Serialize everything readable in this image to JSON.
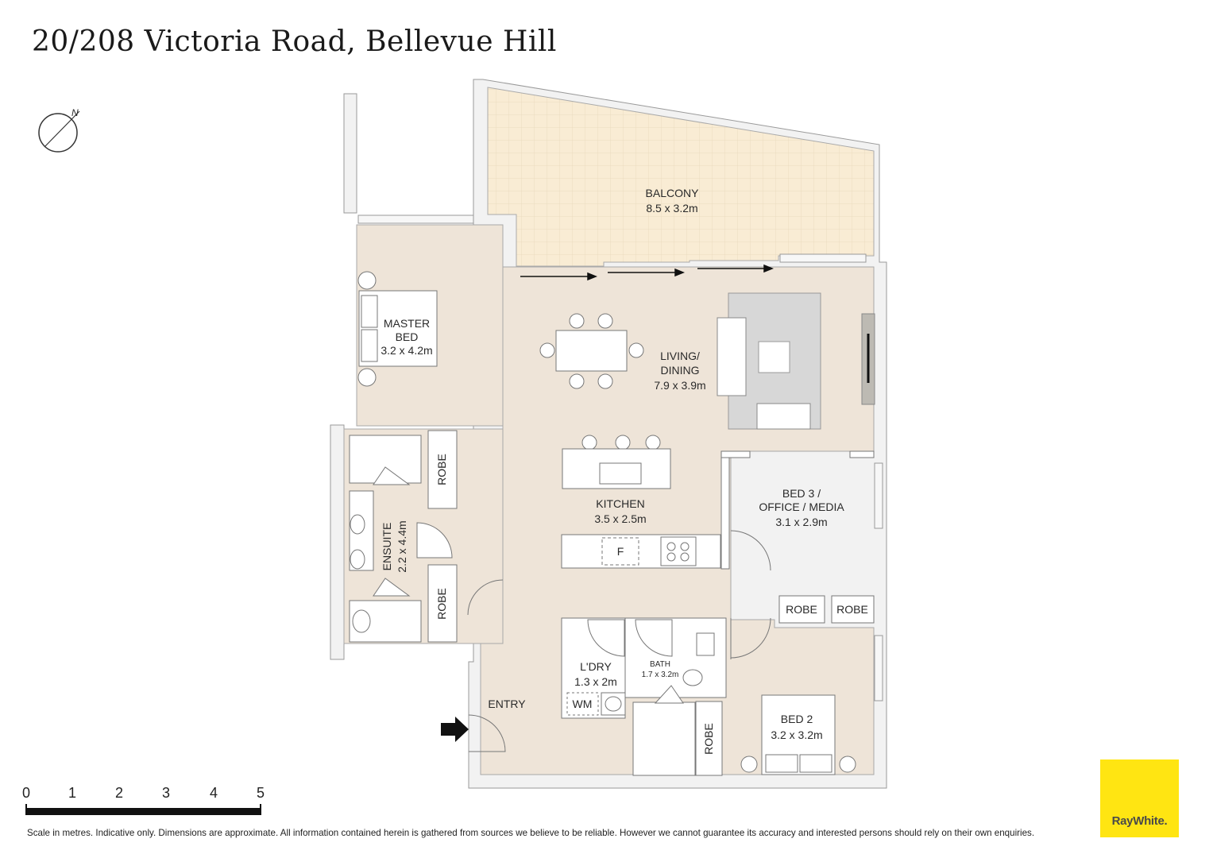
{
  "title": "20/208 Victoria Road, Bellevue Hill",
  "compass": {
    "label": "N"
  },
  "rooms": {
    "balcony": {
      "name": "BALCONY",
      "size": "8.5 x 3.2m"
    },
    "master_bed": {
      "name_line1": "MASTER",
      "name_line2": "BED",
      "size": "3.2 x 4.2m"
    },
    "living": {
      "name_line1": "LIVING/",
      "name_line2": "DINING",
      "size": "7.9 x 3.9m"
    },
    "ensuite": {
      "name": "ENSUITE",
      "size": "2.2 x 4.4m"
    },
    "kitchen": {
      "name": "KITCHEN",
      "size": "3.5 x 2.5m"
    },
    "bed3": {
      "name_line1": "BED 3 /",
      "name_line2": "OFFICE / MEDIA",
      "size": "3.1 x 2.9m"
    },
    "laundry": {
      "name": "L'DRY",
      "size": "1.3 x 2m"
    },
    "bath": {
      "name": "BATH",
      "size": "1.7 x 3.2m"
    },
    "bed2": {
      "name": "BED 2",
      "size": "3.2 x 3.2m"
    },
    "entry": {
      "name": "ENTRY"
    }
  },
  "fixtures": {
    "robe": "ROBE",
    "fridge": "F",
    "washing_machine": "WM"
  },
  "scale": {
    "ticks": [
      "0",
      "1",
      "2",
      "3",
      "4",
      "5"
    ]
  },
  "disclaimer": "Scale in metres. Indicative only. Dimensions are approximate. All information contained herein is gathered from sources we believe to be reliable. However we cannot guarantee its accuracy and interested persons should rely on their own enquiries.",
  "logo": "RayWhite."
}
